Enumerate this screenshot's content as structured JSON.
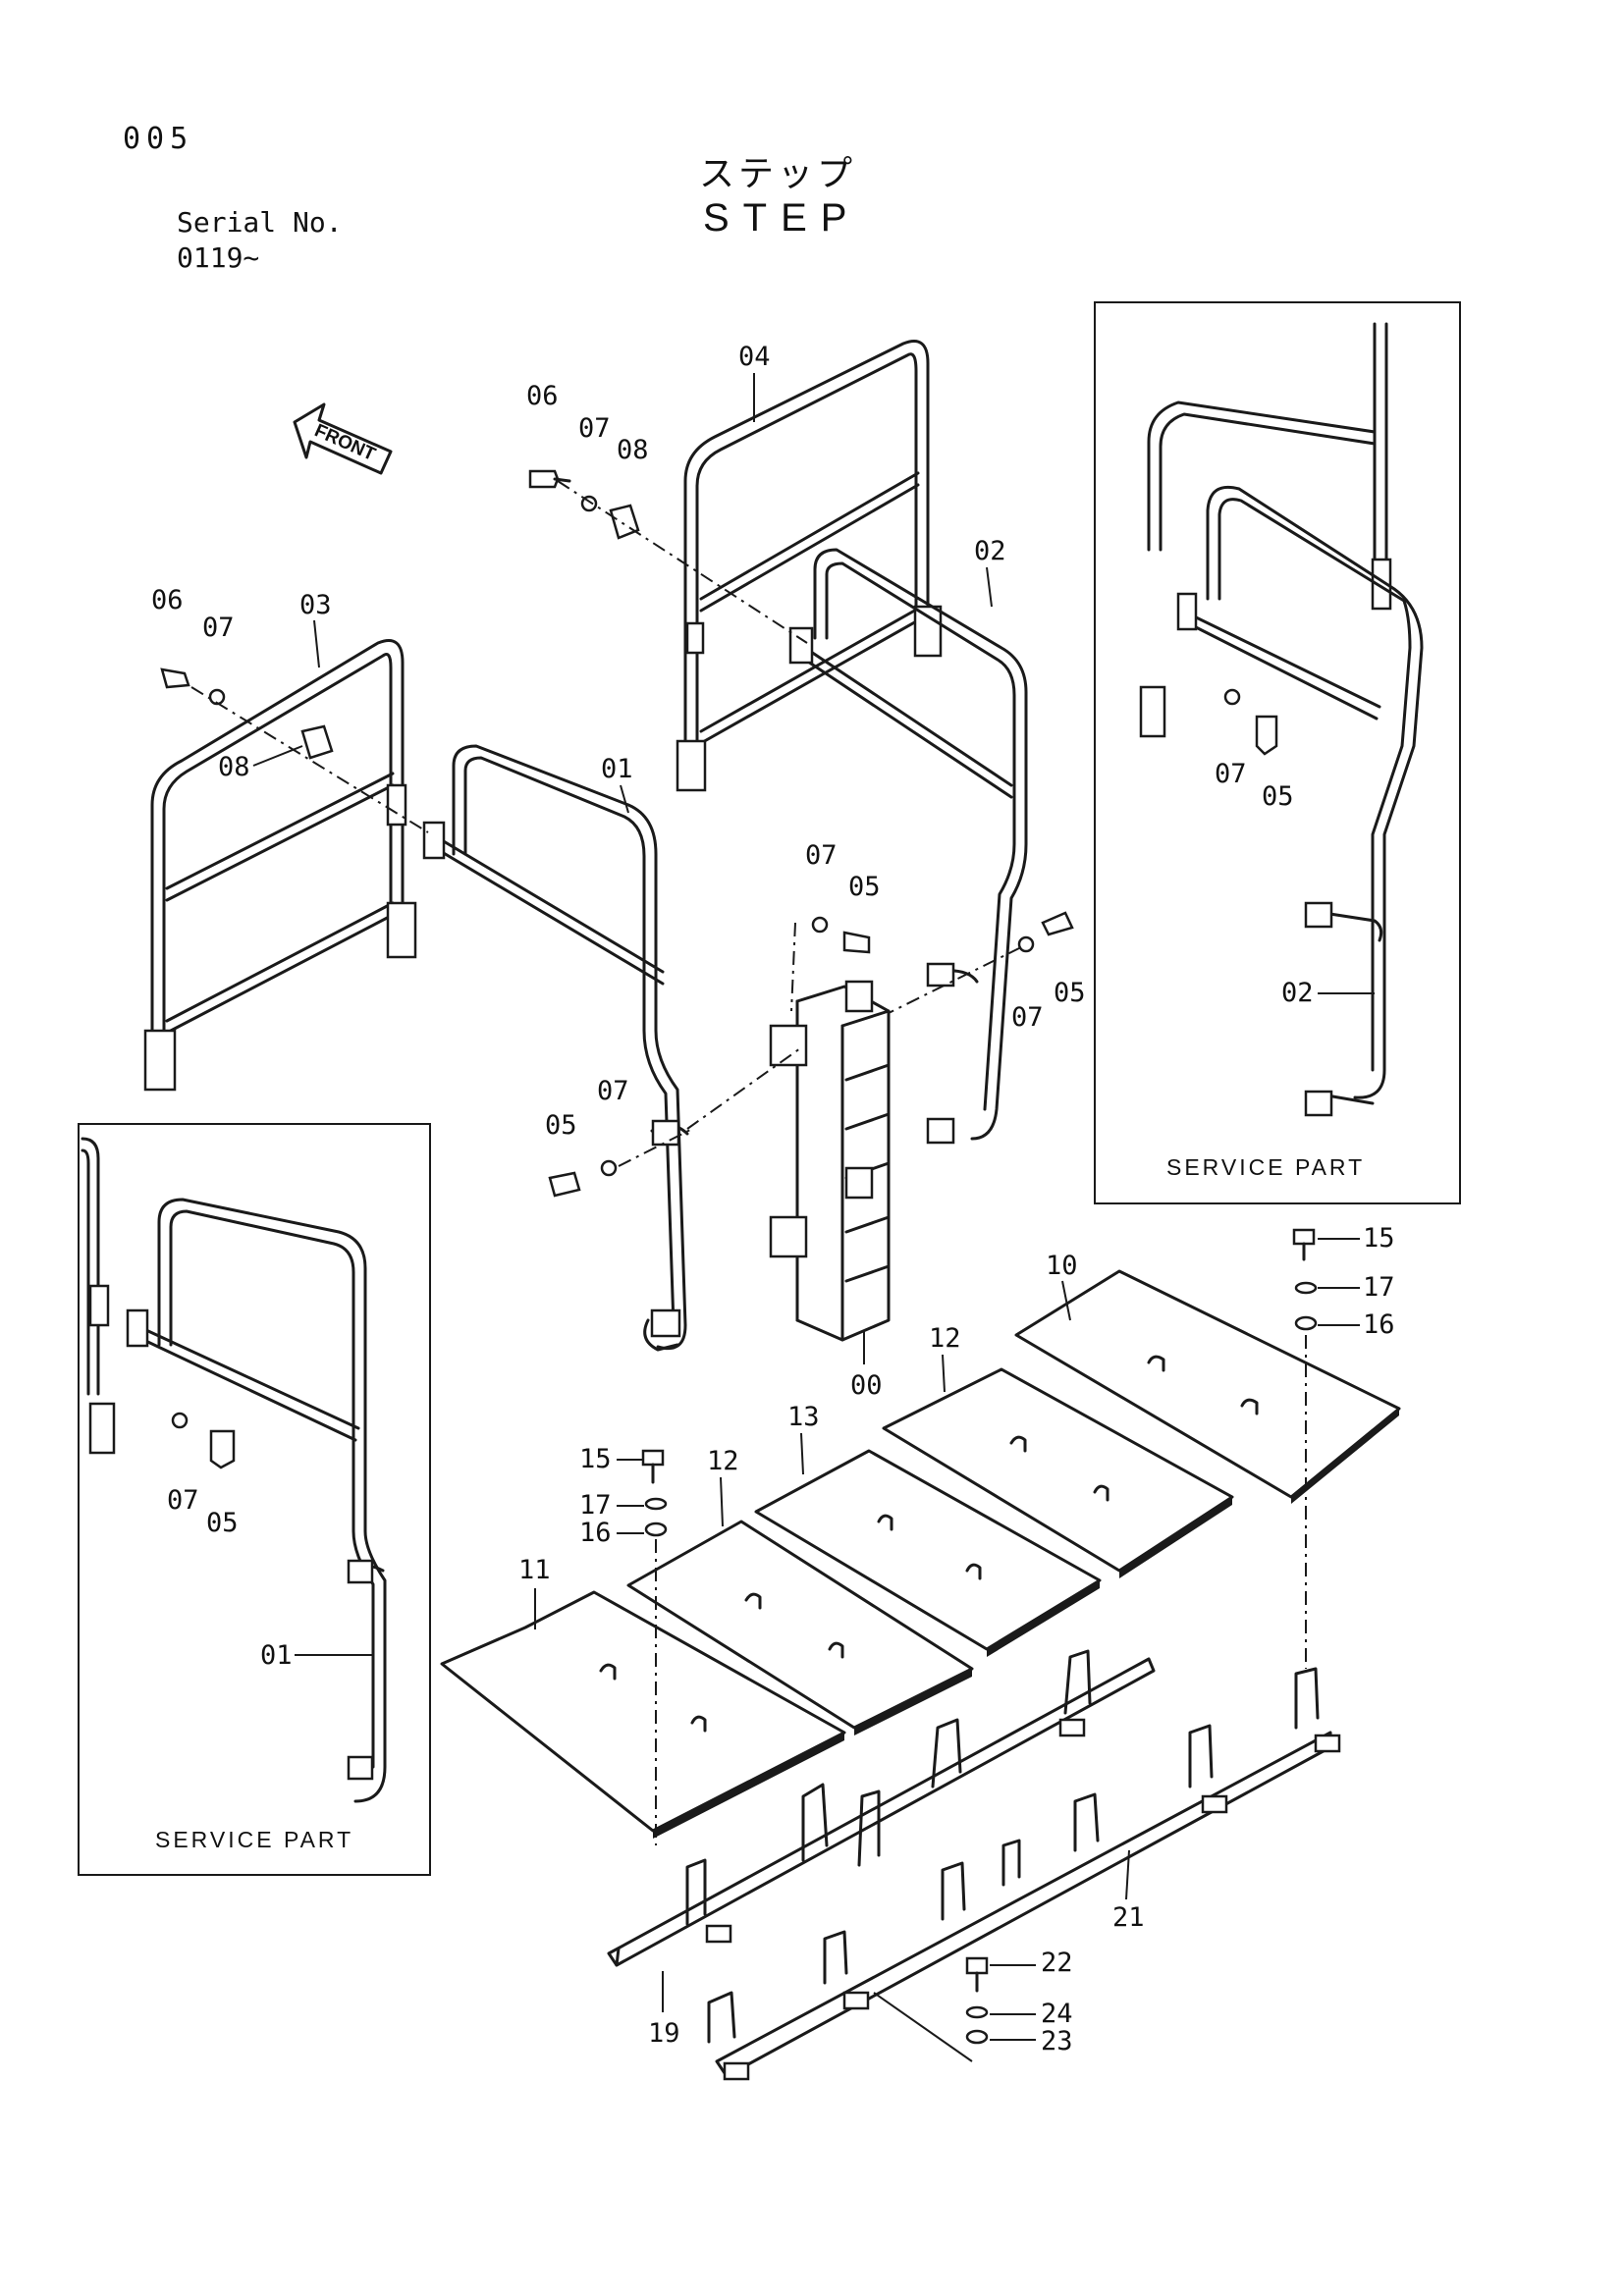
{
  "header": {
    "page_number": "005",
    "title_jp": "ステップ",
    "title_en": "STEP",
    "serial_label": "Serial No.",
    "serial_value": "0119~"
  },
  "front_marker": "FRONT",
  "service_part_label": "SERVICE PART",
  "callouts": {
    "c00": "00",
    "c01": "01",
    "c02": "02",
    "c03": "03",
    "c04": "04",
    "c05": "05",
    "c06": "06",
    "c07": "07",
    "c08": "08",
    "c10": "10",
    "c11": "11",
    "c12": "12",
    "c13": "13",
    "c15": "15",
    "c16": "16",
    "c17": "17",
    "c19": "19",
    "c21": "21",
    "c22": "22",
    "c23": "23",
    "c24": "24"
  },
  "colors": {
    "ink": "#1a1a1a",
    "paper": "#ffffff"
  }
}
